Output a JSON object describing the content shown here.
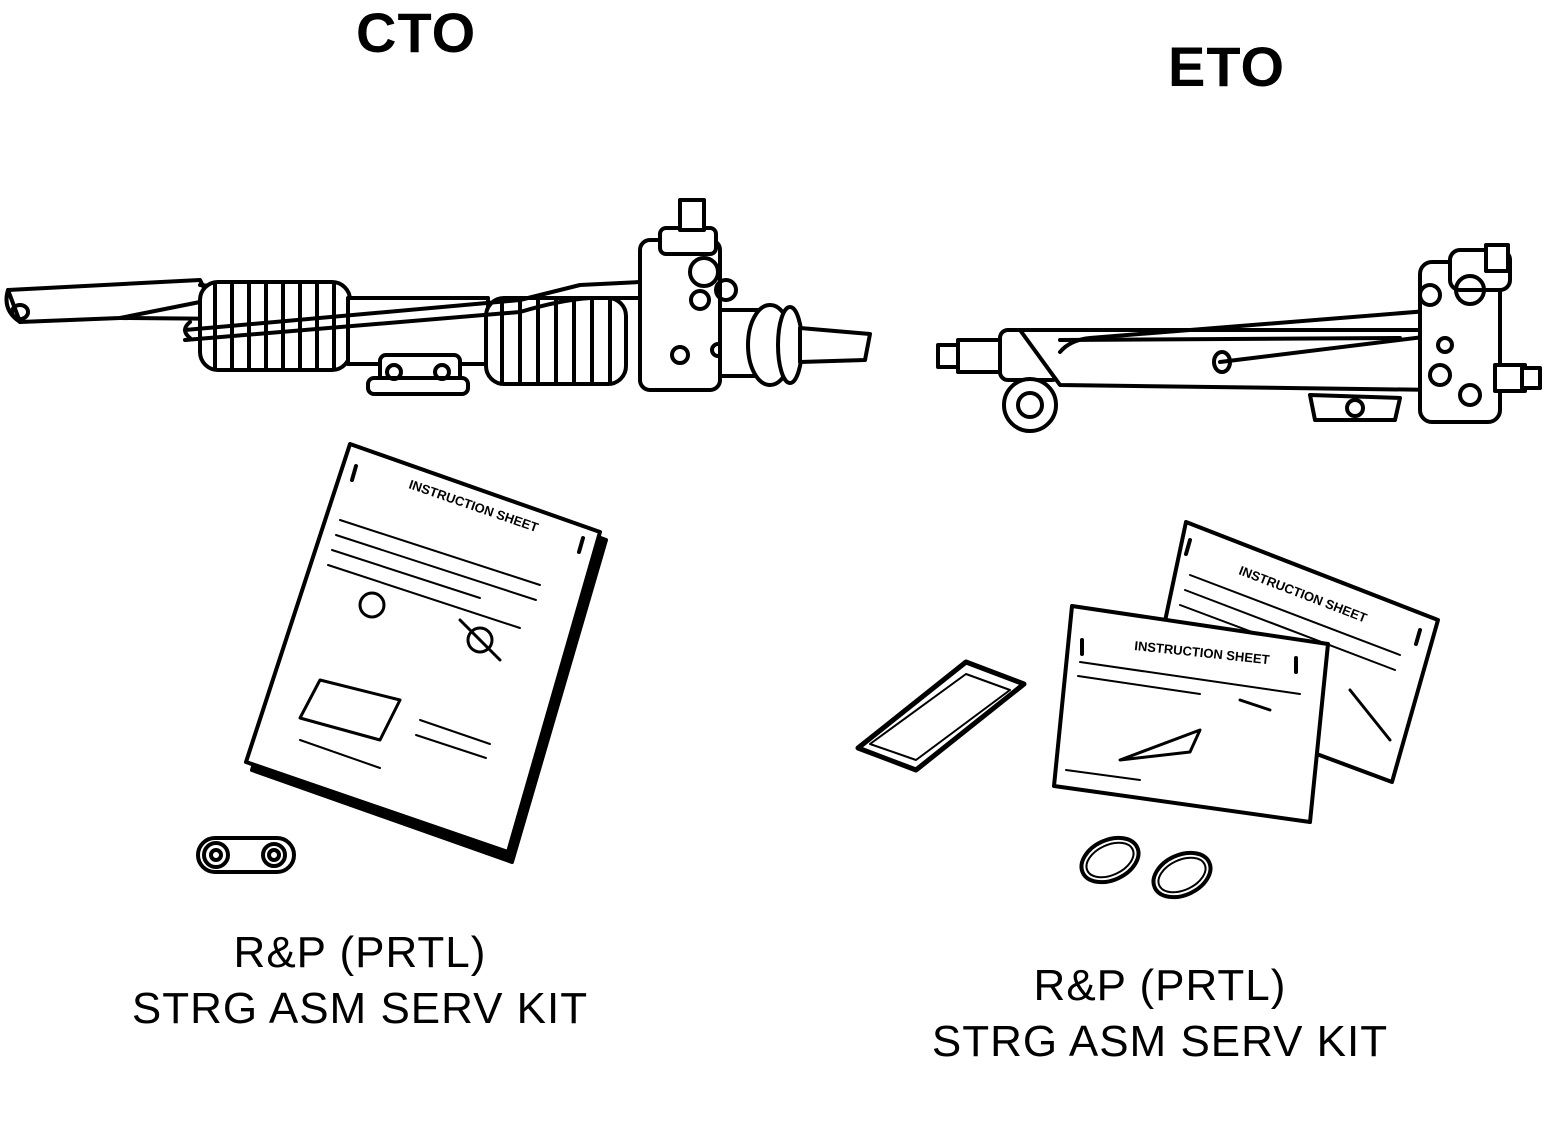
{
  "left_panel": {
    "heading": "CTO",
    "kit_label_line1": "R&P (PRTL)",
    "kit_label_line2": "STRG ASM SERV KIT",
    "sheet_title": "INSTRUCTION SHEET"
  },
  "right_panel": {
    "heading": "ETO",
    "kit_label_line1": "R&P (PRTL)",
    "kit_label_line2": "STRG ASM SERV KIT",
    "sheet_title_back": "INSTRUCTION SHEET",
    "sheet_title_front": "INSTRUCTION SHEET"
  },
  "colors": {
    "ink": "#000000",
    "paper": "#ffffff"
  }
}
